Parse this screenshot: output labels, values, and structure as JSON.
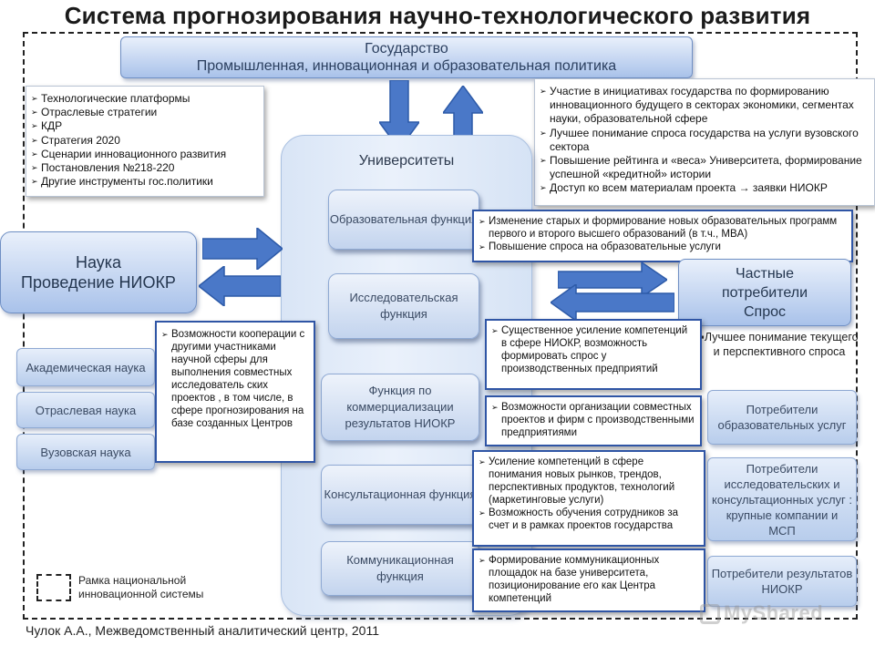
{
  "title": "Система прогнозирования научно-технологического развития",
  "state": {
    "line1": "Государство",
    "line2": "Промышленная, инновационная и образовательная политика"
  },
  "left_instruments": [
    "Технологические платформы",
    "Отраслевые стратегии",
    "КДР",
    "Стратегия 2020",
    "Сценарии инновационного развития",
    "Постановления №218-220",
    "Другие инструменты гос.политики"
  ],
  "right_state_notes": [
    "Участие в  инициативах государства  по формированию инновационного будущего в секторах экономики, сегментах науки, образовательной сфере",
    "Лучшее понимание спроса государства на услуги вузовского сектора",
    "Повышение рейтинга и «веса» Университета, формирование успешной «кредитной» истории",
    "Доступ  ко всем материалам проекта → заявки НИОКР"
  ],
  "science": {
    "line1": "Наука",
    "line2": "Проведение НИОКР"
  },
  "science_types": [
    "Академическая наука",
    "Отраслевая наука",
    "Вузовская наука"
  ],
  "science_note": [
    "Возможности кооперации с другими участниками научной сферы  для выполнения совместных исследователь ских проектов , в том числе, в сфере прогнозирования на базе созданных Центров"
  ],
  "university": {
    "title": "Университеты",
    "functions": [
      "Образовательная функция",
      "Исследовательская функция",
      "Функция по коммерциализации результатов НИОКР",
      "Консультационная функция",
      "Коммуникационная функция"
    ]
  },
  "private": {
    "line1": "Частные",
    "line2": "потребители",
    "line3": "Спрос"
  },
  "private_text": "▪Лучшее понимание текущего и перспективного спроса",
  "consumers": [
    "Потребители образовательных услуг",
    "Потребители исследовательских и консультационных услуг : крупные компании и МСП",
    "Потребители результатов НИОКР"
  ],
  "notes_middle": {
    "education": [
      "Изменение старых и формирование новых образовательных программ первого и второго высшего образований (в т.ч., MBA)",
      "Повышение спроса на образовательные услуги"
    ],
    "research": [
      "Существенное усиление компетенций в сфере НИОКР, возможность формировать спрос у производственных предприятий"
    ],
    "commercial": [
      "Возможности организации совместных проектов и фирм с производственными предприятиями"
    ],
    "consulting": [
      "Усиление компетенций в сфере понимания новых рынков, трендов, перспективных продуктов, технологий (маркетинговые услуги)",
      "Возможность обучения сотрудников за счет и в рамках проектов государства"
    ],
    "communication": [
      "Формирование коммуникационных площадок на базе университета, позиционирование его как Центра компетенций"
    ]
  },
  "legend": "Рамка национальной инновационной системы",
  "footer": "Чулок А.А., Межведомственный аналитический центр, 2011",
  "watermark": "MyShared",
  "colors": {
    "arrow": "#4a78c8",
    "arrow_edge": "#2d5aa8",
    "note_border": "#2f55a5"
  }
}
